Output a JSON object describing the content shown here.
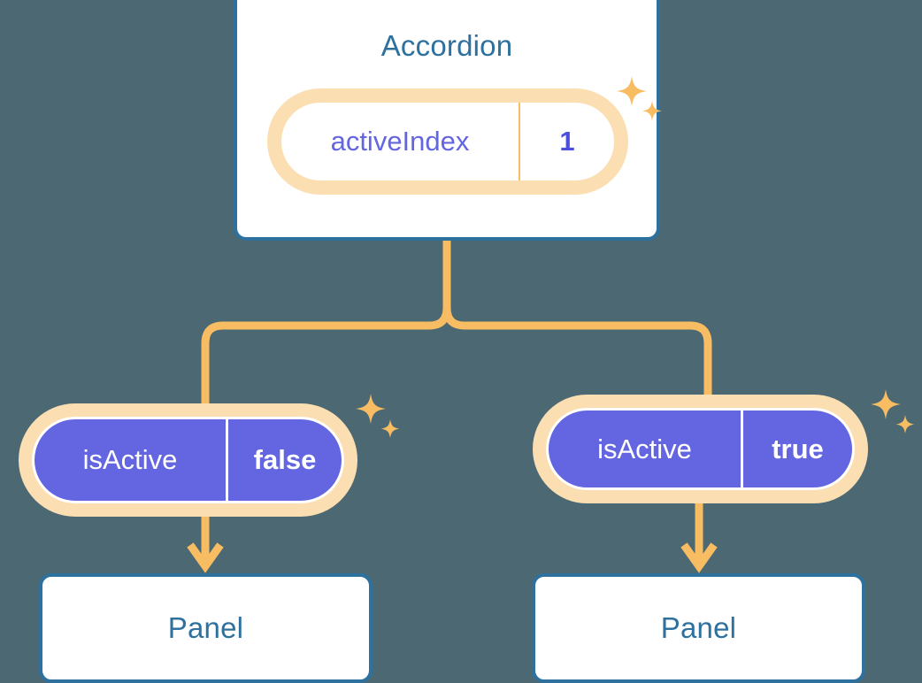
{
  "diagram": {
    "title_text": "Accordion",
    "background_color": "#4c6873",
    "accent_amber": "#f8bd62",
    "accent_amber_soft": "#fbdfb2",
    "accent_blue": "#2e719f",
    "accent_purple": "#6366e0",
    "root": {
      "component_label": "Accordion",
      "state": {
        "key": "activeIndex",
        "value": "1"
      }
    },
    "children": [
      {
        "state": {
          "key": "isActive",
          "value": "false"
        },
        "component_label": "Panel"
      },
      {
        "state": {
          "key": "isActive",
          "value": "true"
        },
        "component_label": "Panel"
      }
    ],
    "decorations": {
      "sparkle_root": "sparkle-icon",
      "sparkle_left": "sparkle-icon",
      "sparkle_right": "sparkle-icon"
    }
  }
}
